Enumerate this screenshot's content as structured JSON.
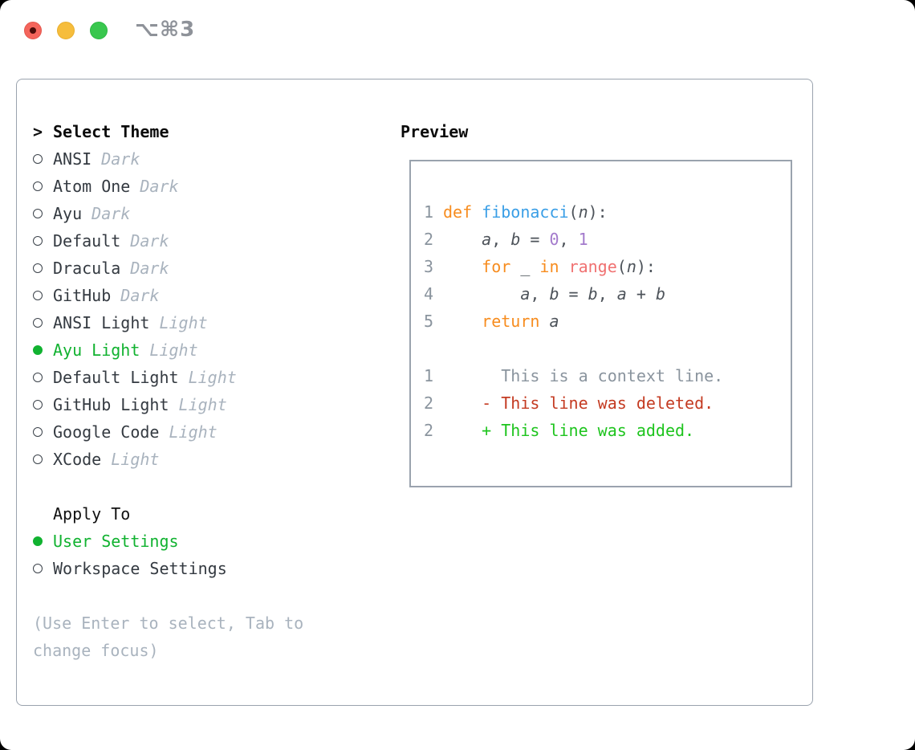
{
  "window": {
    "shortcut_label": "⌥⌘3"
  },
  "colors": {
    "selection_green": "#11b230",
    "diff_added_green": "#1ec41e",
    "diff_deleted_red": "#c43b22",
    "keyword_orange": "#f78c1e",
    "function_blue": "#399ee6",
    "number_purple": "#a37acc",
    "builtin_coral": "#f07171",
    "muted_gray": "#a9b3be",
    "border_gray": "#9aa3ae",
    "traffic_red": "#f4655c",
    "traffic_yellow": "#f6bd3c",
    "traffic_green": "#39c74e"
  },
  "theme_panel": {
    "title": "Select Theme",
    "caret": ">",
    "items": [
      {
        "name": "ANSI",
        "variant": "Dark",
        "selected": false
      },
      {
        "name": "Atom One",
        "variant": "Dark",
        "selected": false
      },
      {
        "name": "Ayu",
        "variant": "Dark",
        "selected": false
      },
      {
        "name": "Default",
        "variant": "Dark",
        "selected": false
      },
      {
        "name": "Dracula",
        "variant": "Dark",
        "selected": false
      },
      {
        "name": "GitHub",
        "variant": "Dark",
        "selected": false
      },
      {
        "name": "ANSI Light",
        "variant": "Light",
        "selected": false
      },
      {
        "name": "Ayu Light",
        "variant": "Light",
        "selected": true
      },
      {
        "name": "Default Light",
        "variant": "Light",
        "selected": false
      },
      {
        "name": "GitHub Light",
        "variant": "Light",
        "selected": false
      },
      {
        "name": "Google Code",
        "variant": "Light",
        "selected": false
      },
      {
        "name": "XCode",
        "variant": "Light",
        "selected": false
      }
    ],
    "apply_to": {
      "title": "Apply To",
      "options": [
        {
          "label": "User Settings",
          "selected": true
        },
        {
          "label": "Workspace Settings",
          "selected": false
        }
      ]
    },
    "hint": "(Use Enter to select, Tab to change focus)"
  },
  "preview": {
    "title": "Preview",
    "lines": [
      {
        "num": "1",
        "tokens": [
          {
            "text": "def",
            "cls": "kw"
          },
          {
            "text": " ",
            "cls": "fg"
          },
          {
            "text": "fibonacci",
            "cls": "fn"
          },
          {
            "text": "(",
            "cls": "fg"
          },
          {
            "text": "n",
            "cls": "it"
          },
          {
            "text": "):",
            "cls": "fg"
          }
        ]
      },
      {
        "num": "2",
        "tokens": [
          {
            "text": "    ",
            "cls": "fg"
          },
          {
            "text": "a",
            "cls": "it"
          },
          {
            "text": ", ",
            "cls": "fg"
          },
          {
            "text": "b",
            "cls": "it"
          },
          {
            "text": " = ",
            "cls": "fg"
          },
          {
            "text": "0",
            "cls": "num"
          },
          {
            "text": ", ",
            "cls": "fg"
          },
          {
            "text": "1",
            "cls": "num"
          }
        ]
      },
      {
        "num": "3",
        "tokens": [
          {
            "text": "    ",
            "cls": "fg"
          },
          {
            "text": "for",
            "cls": "kw"
          },
          {
            "text": " _ ",
            "cls": "fg"
          },
          {
            "text": "in",
            "cls": "kw"
          },
          {
            "text": " ",
            "cls": "fg"
          },
          {
            "text": "range",
            "cls": "rng"
          },
          {
            "text": "(",
            "cls": "fg"
          },
          {
            "text": "n",
            "cls": "it"
          },
          {
            "text": "):",
            "cls": "fg"
          }
        ]
      },
      {
        "num": "4",
        "tokens": [
          {
            "text": "        ",
            "cls": "fg"
          },
          {
            "text": "a",
            "cls": "it"
          },
          {
            "text": ", ",
            "cls": "fg"
          },
          {
            "text": "b",
            "cls": "it"
          },
          {
            "text": " = ",
            "cls": "fg"
          },
          {
            "text": "b",
            "cls": "it"
          },
          {
            "text": ", ",
            "cls": "fg"
          },
          {
            "text": "a",
            "cls": "it"
          },
          {
            "text": " + ",
            "cls": "fg"
          },
          {
            "text": "b",
            "cls": "it"
          }
        ]
      },
      {
        "num": "5",
        "tokens": [
          {
            "text": "    ",
            "cls": "fg"
          },
          {
            "text": "return",
            "cls": "kw"
          },
          {
            "text": " ",
            "cls": "fg"
          },
          {
            "text": "a",
            "cls": "it"
          }
        ]
      },
      {
        "num": "",
        "tokens": []
      },
      {
        "num": "1",
        "tokens": [
          {
            "text": "      This is a context line.",
            "cls": "ctx"
          }
        ]
      },
      {
        "num": "2",
        "tokens": [
          {
            "text": "    - This line was deleted.",
            "cls": "del"
          }
        ]
      },
      {
        "num": "2",
        "tokens": [
          {
            "text": "    + This line was added.",
            "cls": "add"
          }
        ]
      }
    ]
  }
}
